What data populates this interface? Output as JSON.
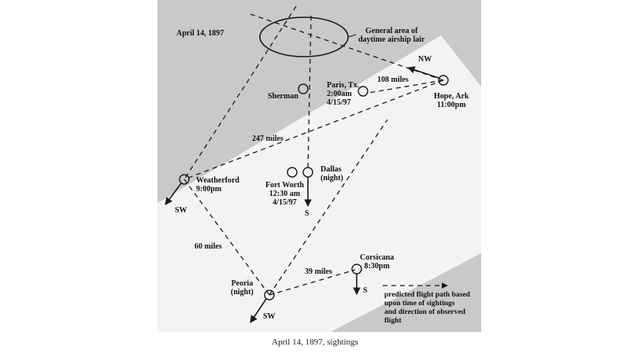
{
  "map": {
    "date_title": "April 14, 1897",
    "lair_label": [
      "General area of",
      "daytime airship lair"
    ],
    "cities": {
      "hope": {
        "name": "Hope, Ark",
        "time": "11:00pm",
        "direction": "NW"
      },
      "paris": {
        "name": "Paris, Tx.",
        "time": "2:00am",
        "date": "4/15/97"
      },
      "sherman": {
        "name": "Sherman"
      },
      "fort_worth": {
        "name": "Fort Worth",
        "time": "12:30 am",
        "date": "4/15/97"
      },
      "dallas": {
        "name": "Dallas",
        "note": "(night)",
        "direction": "S"
      },
      "weatherford": {
        "name": "Weatherford",
        "time": "9:00pm",
        "direction": "SW"
      },
      "peoria": {
        "name": "Peoria",
        "note": "(night)",
        "direction": "SW"
      },
      "corsicana": {
        "name": "Corsicana",
        "time": "8:30pm",
        "direction": "S"
      }
    },
    "distances": {
      "hope_paris": "108 miles",
      "hope_weatherford": "247 miles",
      "weatherford_peoria": "60 miles",
      "peoria_corsicana": "39 miles"
    },
    "legend": [
      "predicted flight path based",
      "upon time of sightings",
      "and direction of observed",
      "flight"
    ],
    "colors": {
      "background": "#c9c9c9",
      "highlight": "#f3f3f3",
      "ink": "#1a1a1a"
    }
  },
  "caption": "April 14, 1897, sightings"
}
